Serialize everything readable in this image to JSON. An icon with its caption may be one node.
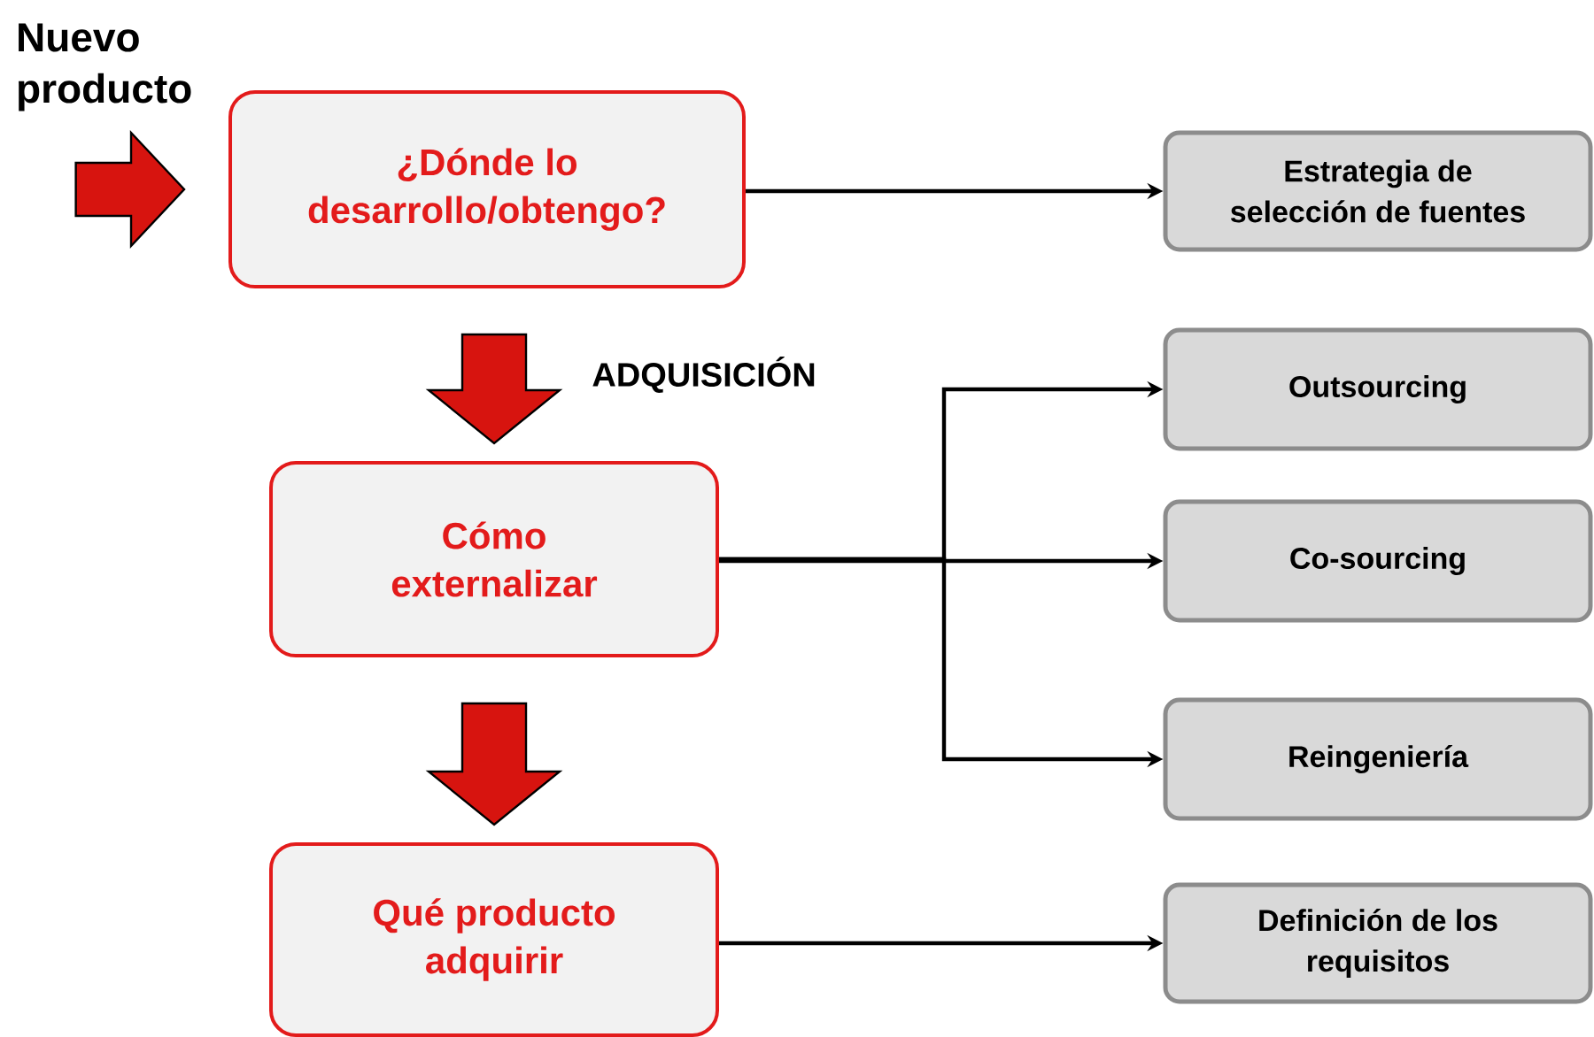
{
  "diagram": {
    "nodes": [
      {
        "text": [
          "Nuevo producto"
        ]
      },
      {
        "text": [
          "¿Dónde lo desarrollo/obtengo?"
        ]
      },
      {
        "text": [
          "Estrategia de selección de fuentes"
        ]
      },
      {
        "text": [
          "Cómo externalizar"
        ]
      },
      {
        "text": [
          "Outsourcing"
        ]
      },
      {
        "text": [
          "Co-sourcing"
        ]
      },
      {
        "text": [
          "Reingeniería"
        ]
      },
      {
        "text": [
          "Qué producto adquirir"
        ]
      },
      {
        "text": [
          "Definición de los requisitos"
        ]
      }
    ],
    "edges": [
      {
        "from": 0,
        "to": 1,
        "arrow": "to",
        "style": "thick",
        "color": "#d7140f"
      },
      {
        "from": 1,
        "to": 2,
        "arrow": "to"
      },
      {
        "from": 1,
        "to": 3,
        "arrow": "to",
        "style": "thick",
        "color": "#d7140f",
        "label": "ADQUISICIÓN"
      },
      {
        "from": 3,
        "to": 4,
        "arrow": "to"
      },
      {
        "from": 3,
        "to": 5,
        "arrow": "to"
      },
      {
        "from": 3,
        "to": 6,
        "arrow": "to"
      },
      {
        "from": 3,
        "to": 7,
        "arrow": "to",
        "style": "thick",
        "color": "#d7140f"
      },
      {
        "from": 7,
        "to": 8,
        "arrow": "to"
      }
    ]
  }
}
